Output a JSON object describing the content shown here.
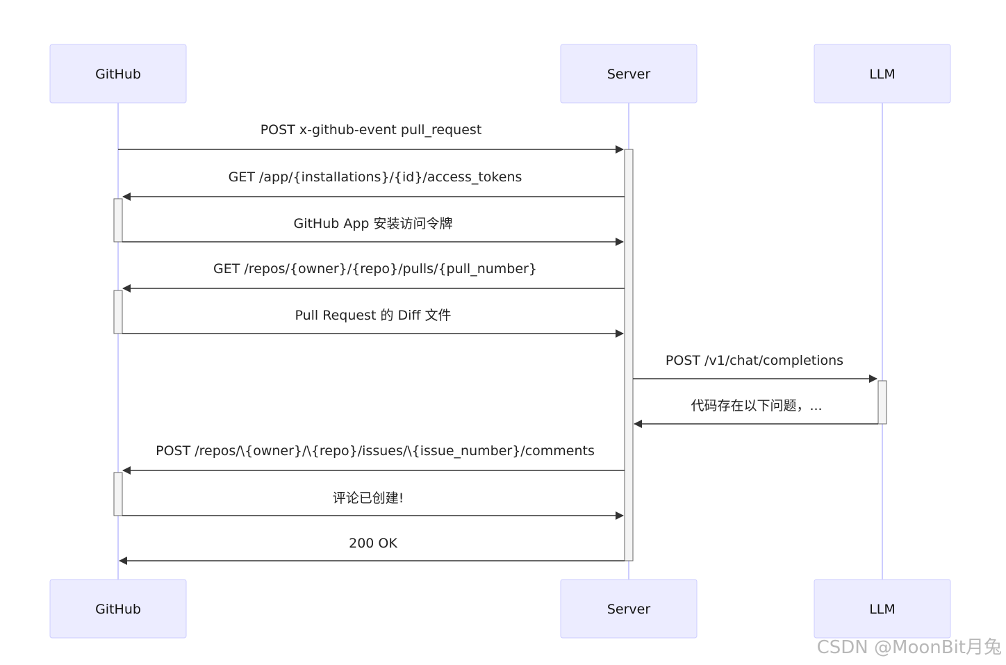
{
  "participants": [
    {
      "id": "github",
      "label": "GitHub"
    },
    {
      "id": "server",
      "label": "Server"
    },
    {
      "id": "llm",
      "label": "LLM"
    }
  ],
  "messages": [
    {
      "from": "github",
      "to": "server",
      "label": "POST x-github-event pull_request"
    },
    {
      "from": "server",
      "to": "github",
      "label": "GET /app/{installations}/{id}/access_tokens"
    },
    {
      "from": "github",
      "to": "server",
      "label": "GitHub App 安装访问令牌"
    },
    {
      "from": "server",
      "to": "github",
      "label": "GET /repos/{owner}/{repo}/pulls/{pull_number}"
    },
    {
      "from": "github",
      "to": "server",
      "label": "Pull Request 的 Diff 文件"
    },
    {
      "from": "server",
      "to": "llm",
      "label": "POST /v1/chat/completions"
    },
    {
      "from": "llm",
      "to": "server",
      "label": "代码存在以下问题，..."
    },
    {
      "from": "server",
      "to": "github",
      "label": "POST /repos/\\{owner}/\\{repo}/issues/\\{issue_number}/comments"
    },
    {
      "from": "github",
      "to": "server",
      "label": "评论已创建!"
    },
    {
      "from": "server",
      "to": "github",
      "label": "200 OK"
    }
  ],
  "watermark": "CSDN @MoonBit月兔"
}
